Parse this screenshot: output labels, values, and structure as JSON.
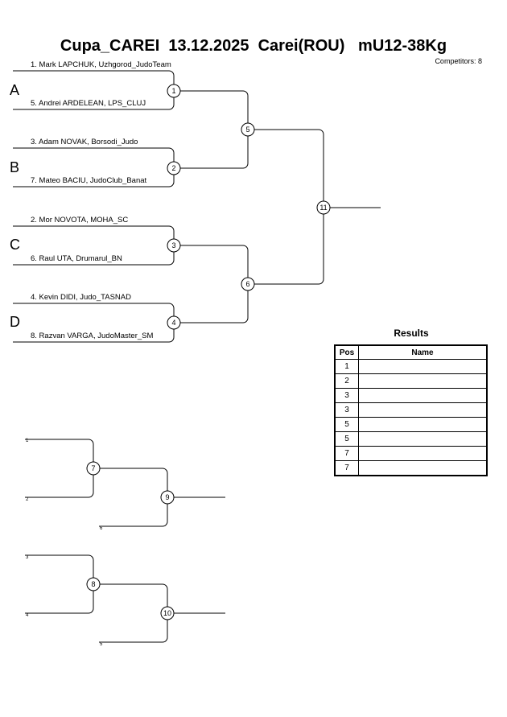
{
  "header": {
    "title": "Cupa_CAREI  13.12.2025  Carei(ROU)   mU12-38Kg",
    "competitors_label": "Competitors:",
    "competitors_count": "8"
  },
  "pools": [
    "A",
    "B",
    "C",
    "D"
  ],
  "competitors": [
    "1. Mark LAPCHUK, Uzhgorod_JudoTeam",
    "5. Andrei ARDELEAN, LPS_CLUJ",
    "3. Adam NOVAK, Borsodi_Judo",
    "7. Mateo BACIU, JudoClub_Banat",
    "2. Mor NOVOTA, MOHA_SC",
    "6. Raul UTA, Drumarul_BN",
    "4. Kevin DIDI, Judo_TASNAD",
    "8. Razvan VARGA, JudoMaster_SM"
  ],
  "main_matches": [
    "1",
    "2",
    "3",
    "4",
    "5",
    "6",
    "11"
  ],
  "repechage": {
    "matches": [
      "7",
      "9",
      "8",
      "10"
    ],
    "labels": [
      "1",
      "2",
      "6",
      "3",
      "4",
      "5"
    ]
  },
  "results": {
    "title": "Results",
    "col_pos": "Pos",
    "col_name": "Name",
    "positions": [
      "1",
      "2",
      "3",
      "3",
      "5",
      "5",
      "7",
      "7"
    ]
  }
}
